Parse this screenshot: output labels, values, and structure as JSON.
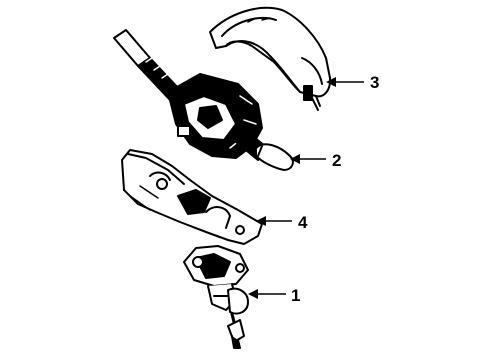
{
  "diagram": {
    "callouts": [
      {
        "id": "1",
        "label": "1",
        "part": "ignition-lock-cylinder"
      },
      {
        "id": "2",
        "label": "2",
        "part": "combination-switch"
      },
      {
        "id": "3",
        "label": "3",
        "part": "upper-column-cover"
      },
      {
        "id": "4",
        "label": "4",
        "part": "lower-column-cover"
      }
    ],
    "colors": {
      "line": "#000000",
      "background": "#ffffff"
    }
  }
}
